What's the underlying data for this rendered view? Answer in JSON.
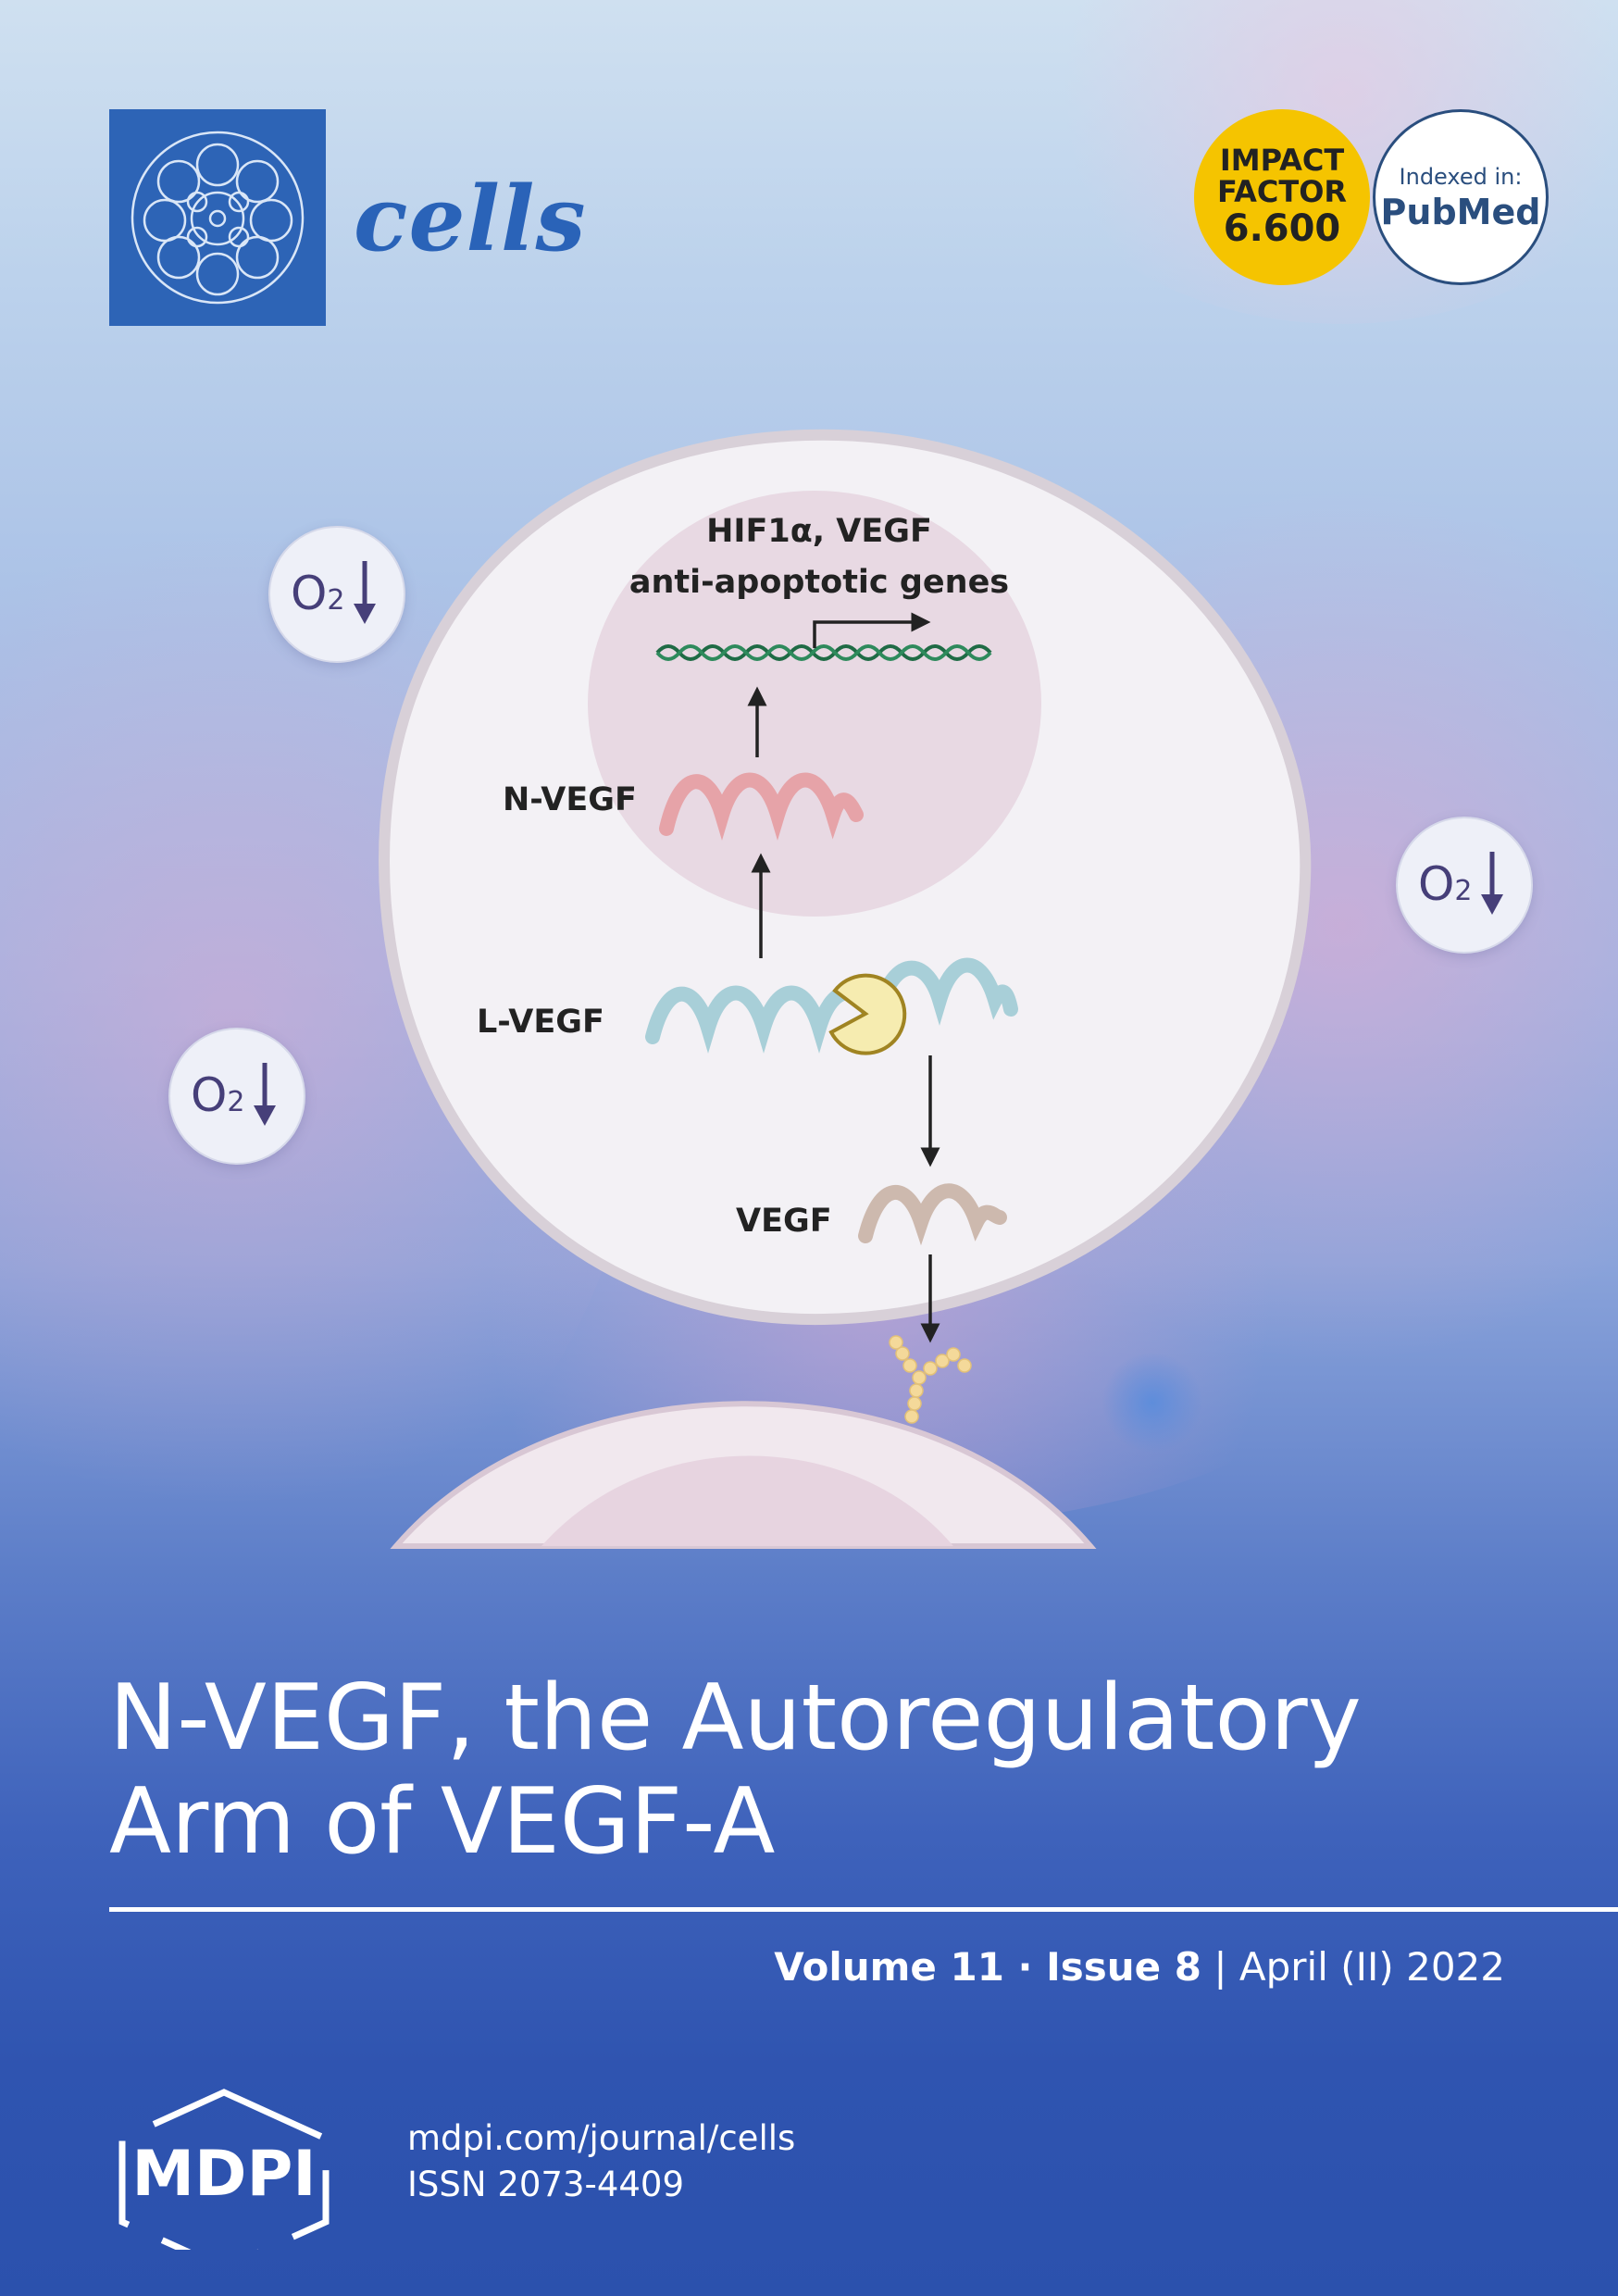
{
  "journal": {
    "name": "cells",
    "brand_color": "#2d64b6"
  },
  "impact_badge": {
    "line1": "IMPACT",
    "line2": "FACTOR",
    "value": "6.600",
    "color": "#f5c400"
  },
  "pubmed_badge": {
    "label": "Indexed in:",
    "name": "PubMed"
  },
  "o2_badge": {
    "symbol": "O",
    "subscript": "2",
    "arrow_icon": "down-arrow-icon"
  },
  "diagram": {
    "top_labels": [
      "HIF1α, VEGF",
      "anti-apoptotic genes"
    ],
    "n_vegf": "N-VEGF",
    "l_vegf": "L-VEGF",
    "vegf": "VEGF"
  },
  "article": {
    "title_line1": "N-VEGF, the Autoregulatory",
    "title_line2": "Arm of VEGF-A"
  },
  "issue": {
    "volume": "Volume 11",
    "separator": " · ",
    "issue": "Issue 8",
    "bar": " | ",
    "date": "April (II) 2022"
  },
  "publisher": {
    "name": "MDPI",
    "url": "mdpi.com/journal/cells",
    "issn": "ISSN 2073-4409"
  }
}
